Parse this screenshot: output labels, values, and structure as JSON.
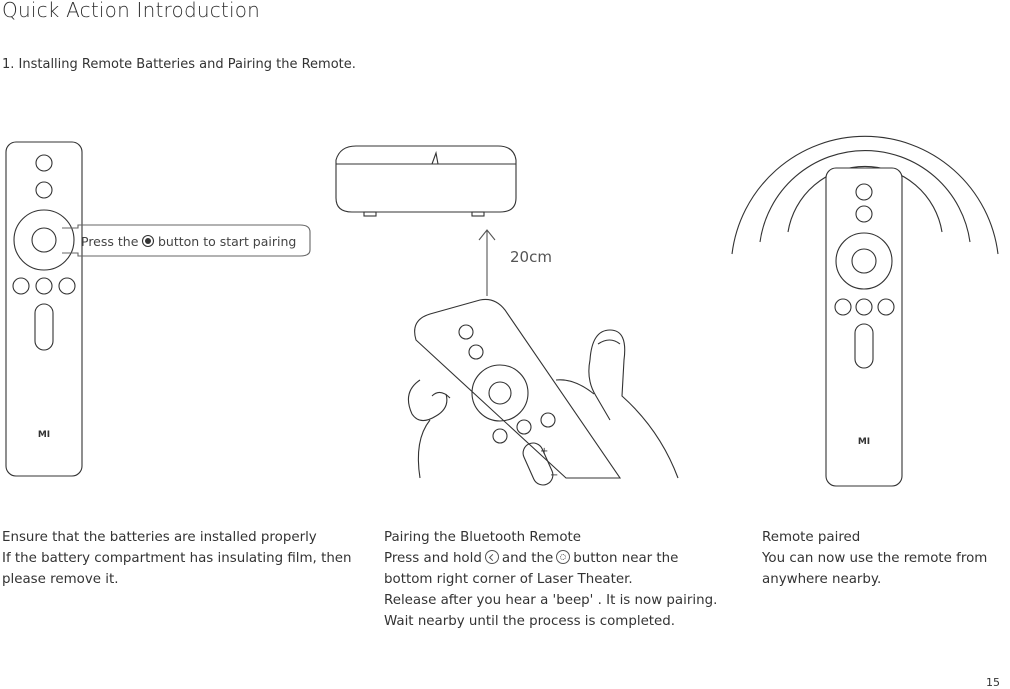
{
  "page": {
    "title": "Quick Action Introduction",
    "section": "1. Installing Remote Batteries and Pairing the Remote.",
    "page_number": "15"
  },
  "illustration": {
    "callout_prefix": "Press the",
    "callout_suffix": "button to start pairing",
    "distance_label": "20cm",
    "remote_logo": "MI"
  },
  "steps": [
    {
      "heading": "Ensure that the batteries are installed properly",
      "body": "If the battery compartment has insulating film, then please remove it."
    },
    {
      "heading": "Pairing the Bluetooth Remote",
      "body_a": "Press and hold",
      "body_b": "and the",
      "body_c": "button near the bottom right corner of Laser Theater.",
      "body_d": "Release after you hear a 'beep' . It is now pairing.",
      "body_e": "Wait nearby until the process is completed."
    },
    {
      "heading": "Remote paired",
      "body": "You can now use the remote from anywhere nearby."
    }
  ],
  "icons": [
    "back-icon",
    "home-icon",
    "center-button-icon"
  ]
}
